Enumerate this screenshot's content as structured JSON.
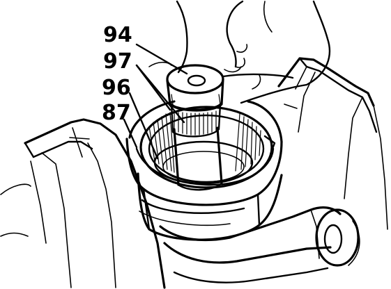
{
  "callouts": [
    {
      "id": "94",
      "text": "94"
    },
    {
      "id": "97",
      "text": "97"
    },
    {
      "id": "96",
      "text": "96"
    },
    {
      "id": "87",
      "text": "87"
    }
  ],
  "colors": {
    "ink": "#000000",
    "paper": "#ffffff"
  }
}
